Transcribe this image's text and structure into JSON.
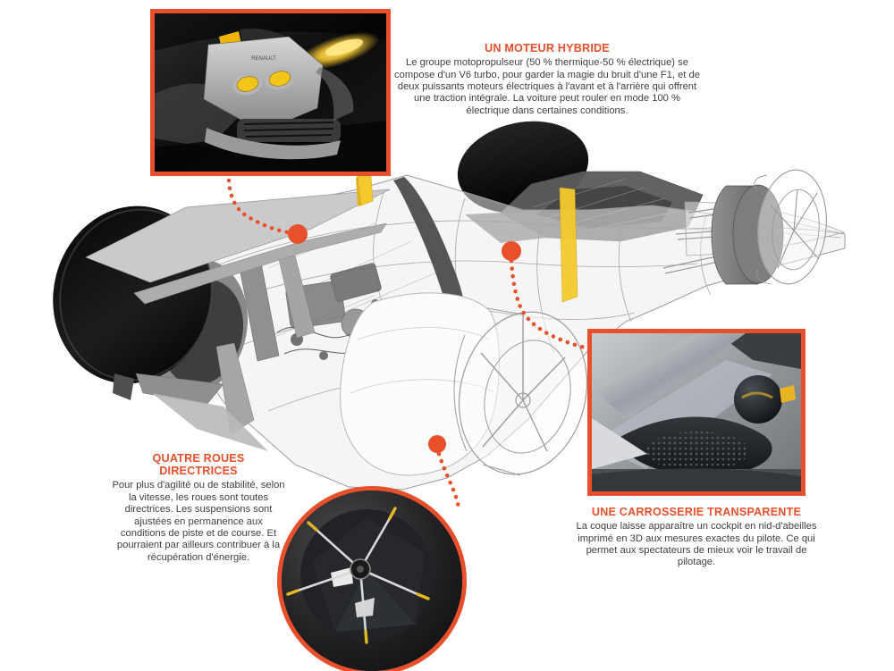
{
  "palette": {
    "accent_orange": "#E8502B",
    "body_text": "#3F3F3F",
    "highlight_yellow": "#F3CA2E",
    "background": "#FFFFFF"
  },
  "callouts": {
    "engine": {
      "title": "UN MOTEUR HYBRIDE",
      "body": "Le groupe motopropulseur (50 % thermique-50 % électrique) se compose d'un V6 turbo, pour garder la magie du bruit d'une F1, et de deux puissants moteurs électriques à l'avant et à l'arrière qui offrent une traction intégrale. La voiture peut rouler en mode 100 % électrique dans certaines conditions."
    },
    "wheels": {
      "title_lines": [
        "QUATRE ROUES",
        "DIRECTRICES"
      ],
      "body": "Pour plus d'agilité ou de stabilité, selon la vitesse, les roues sont toutes directrices. Les suspensions sont ajustées en permanence aux conditions de piste et de course. Et pourraient par ailleurs contribuer à la récupération d'énergie."
    },
    "bodywork": {
      "title": "UNE CARROSSERIE TRANSPARENTE",
      "body": "La coque laisse apparaître un cockpit en nid-d'abeilles imprimé en 3D aux mesures exactes du pilote. Ce qui permet aux spectateurs de mieux voir le travail de pilotage."
    }
  },
  "insets": {
    "engine": {
      "logo_text": "RENAULT"
    }
  }
}
